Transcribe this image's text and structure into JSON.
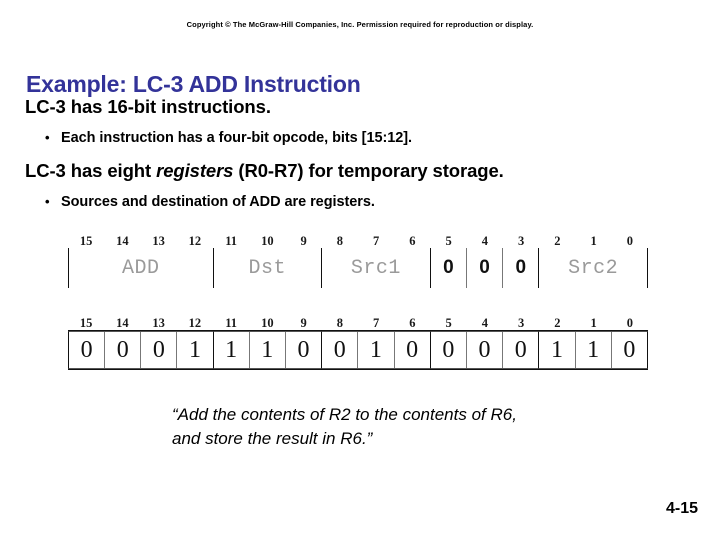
{
  "slide": {
    "copyright": "Copyright © The McGraw-Hill Companies, Inc. Permission required for reproduction or display.",
    "title": "Example: LC-3 ADD Instruction",
    "page_number": "4-15",
    "title_color": "#333399",
    "body_color": "#000000",
    "field_label_color": "#9a9a9a"
  },
  "body": {
    "line_instructions": "LC-3 has 16-bit instructions.",
    "bullet_opcode_marker": "•",
    "bullet_opcode": "Each instruction has a four-bit opcode, bits [15:12].",
    "line_registers_pre": "LC-3 has eight ",
    "line_registers_em": "registers",
    "line_registers_post": " (R0-R7) for temporary storage.",
    "bullet_sources_marker": "•",
    "bullet_sources": "Sources and destination of ADD are registers."
  },
  "bit_numbers": [
    "15",
    "14",
    "13",
    "12",
    "11",
    "10",
    "9",
    "8",
    "7",
    "6",
    "5",
    "4",
    "3",
    "2",
    "1",
    "0"
  ],
  "diagram_fields": {
    "name": "LC-3 ADD instruction field layout",
    "groups": [
      {
        "label": "ADD",
        "span": 4,
        "style": "label"
      },
      {
        "label": "Dst",
        "span": 3,
        "style": "label"
      },
      {
        "label": "Src1",
        "span": 3,
        "style": "label"
      },
      {
        "cells": [
          "0",
          "0",
          "0"
        ],
        "span": 3,
        "style": "zeros"
      },
      {
        "label": "Src2",
        "span": 3,
        "style": "label"
      }
    ]
  },
  "diagram_encoded": {
    "name": "LC-3 ADD instruction binary encoding",
    "groups": [
      {
        "cells": [
          "0",
          "0",
          "0",
          "1"
        ],
        "span": 4
      },
      {
        "cells": [
          "1",
          "1",
          "0"
        ],
        "span": 3
      },
      {
        "cells": [
          "0",
          "1",
          "0"
        ],
        "span": 3
      },
      {
        "cells": [
          "0",
          "0",
          "0"
        ],
        "span": 3
      },
      {
        "cells": [
          "1",
          "1",
          "0"
        ],
        "span": 3
      }
    ],
    "binary_string": "0001110010000110"
  },
  "quote": {
    "line1": "“Add the contents of R2 to the contents of R6,",
    "line2": "and store the result in R6.”"
  }
}
